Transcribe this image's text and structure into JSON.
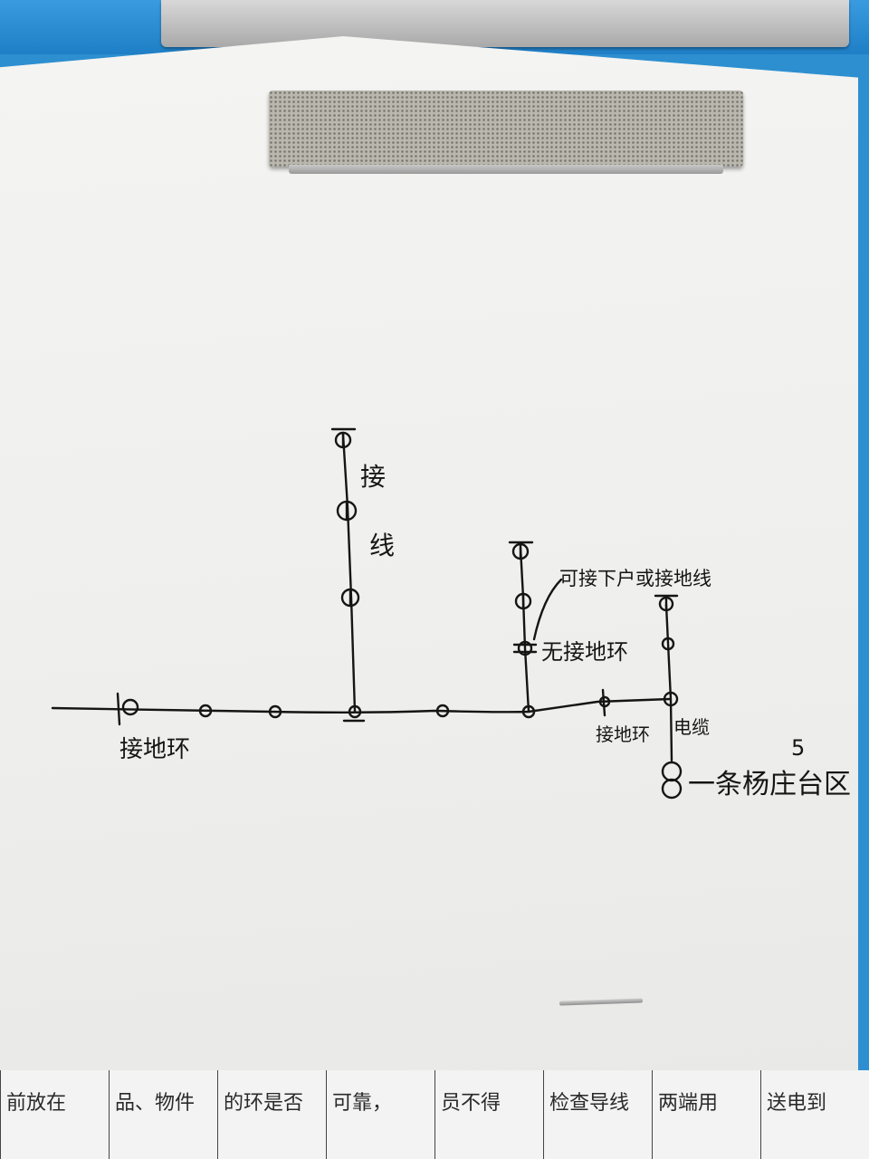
{
  "labels": {
    "label_a": "接",
    "label_b": "线",
    "label_c": "接地环",
    "label_d": "接地环",
    "label_e": "无接地环",
    "label_f": "可接下户或接地线",
    "label_g": "电缆",
    "label_h": "一条杨庄台区",
    "label_i": "5"
  },
  "bottom_doc": [
    "前放在",
    "品、物件",
    "的环是否",
    "可靠，",
    "员不得",
    "检查导线",
    "两端用",
    "送电到"
  ]
}
